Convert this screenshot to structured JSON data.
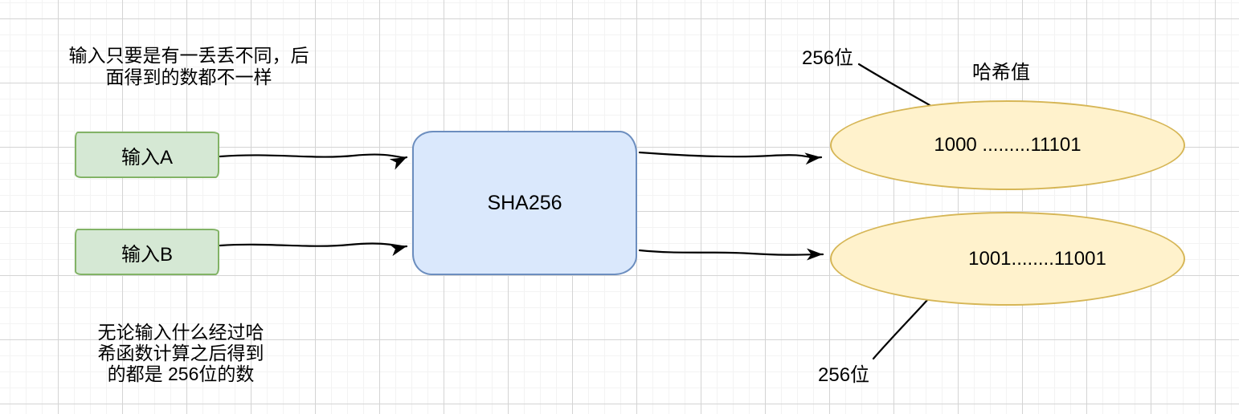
{
  "notes": {
    "top": {
      "lines": [
        "输入只要是有一丢丢不同，后",
        "面得到的数都不一样"
      ]
    },
    "bottom": {
      "lines": [
        "无论输入什么经过哈",
        "希函数计算之后得到",
        "的都是 256位的数"
      ]
    }
  },
  "inputs": [
    {
      "label": "输入A"
    },
    {
      "label": "输入B"
    }
  ],
  "processor": {
    "label": "SHA256"
  },
  "hash_title": "哈希值",
  "hashes": [
    {
      "value": "1000 .........11101",
      "bits_label": "256位"
    },
    {
      "value": "1001........11001",
      "bits_label": "256位"
    }
  ],
  "colors": {
    "background": "#ffffff",
    "grid_minor": "#f3f3f3",
    "grid_major": "#d4d4d4",
    "input_fill": "#d5e8d4",
    "input_border": "#82b366",
    "processor_fill": "#dae8fc",
    "processor_border": "#6c8ebf",
    "hash_fill": "#fff2cc",
    "hash_border": "#d6b656",
    "arrow": "#000000",
    "text": "#000000"
  }
}
